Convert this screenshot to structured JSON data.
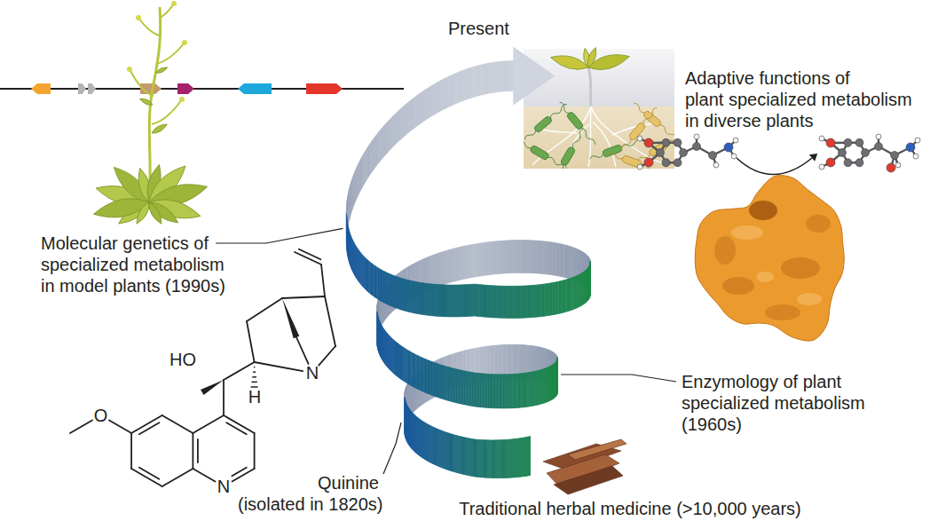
{
  "diagram": {
    "labels": [
      "Present",
      "Adaptive functions of plant specialized metabolism in diverse plants",
      "Molecular genetics of specialized metabolism in model plants (1990s)",
      "HO",
      "H",
      "N",
      "O",
      "N",
      "Enzymology of plant specialized metabolism (1960s)",
      "Quinine (isolated in 1820s)",
      "Traditional herbal medicine (>10,000 years)"
    ]
  }
}
